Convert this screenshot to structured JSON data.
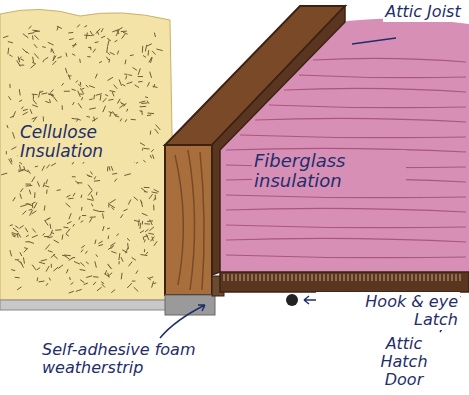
{
  "diagram": {
    "labels": [
      "Attic Joist",
      "Cellulose Insulation",
      "Fiberglass insulation",
      "Hook & eye Latch",
      "Self-adhesive foam weatherstrip",
      "Attic Hatch Door"
    ]
  }
}
